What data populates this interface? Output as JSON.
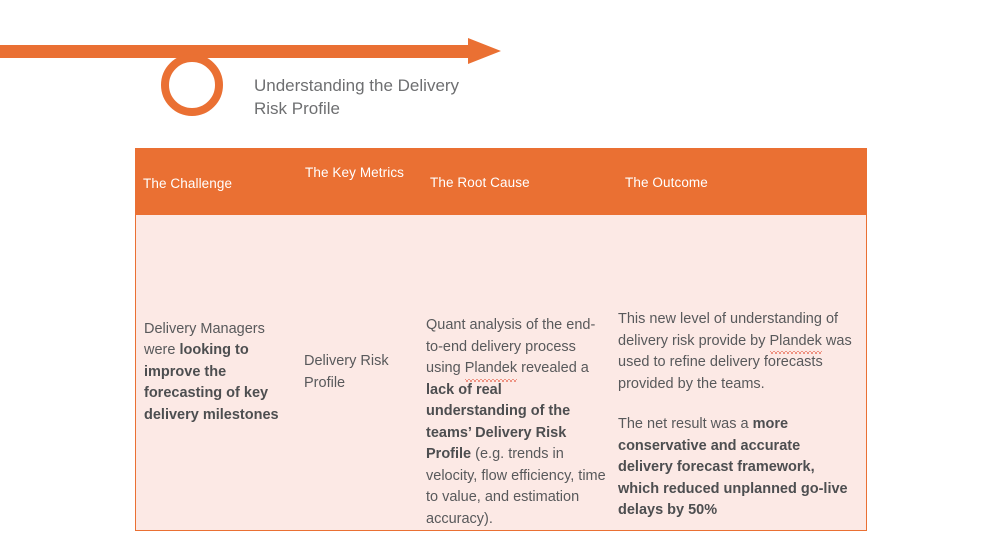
{
  "header": {
    "title_lines": [
      "Understanding the Delivery",
      "Risk Profile"
    ],
    "accent_color": "#EA7033",
    "title_color": "#6E6F71",
    "marker_icon": "circle-milestone-icon",
    "arrow_icon": "right-arrow-icon"
  },
  "table": {
    "header_bg": "#EA7033",
    "body_bg": "#FCE9E5",
    "border_color": "#EA7033",
    "columns": [
      {
        "id": "challenge",
        "label": "The Challenge"
      },
      {
        "id": "metrics",
        "label": "The Key Metrics"
      },
      {
        "id": "cause",
        "label": "The Root Cause"
      },
      {
        "id": "outcome",
        "label": "The Outcome"
      }
    ],
    "cells": {
      "challenge": {
        "text_plain": "Delivery Managers were looking to improve the forecasting of key delivery milestones",
        "segments": [
          {
            "text": "Delivery Managers were ",
            "bold": false
          },
          {
            "text": "looking to improve the forecasting of key delivery milestones",
            "bold": true
          }
        ]
      },
      "metrics": {
        "text_plain": "Delivery Risk Profile",
        "segments": [
          {
            "text": "Delivery Risk Profile",
            "bold": false
          }
        ]
      },
      "cause": {
        "text_plain": "Quant analysis of the end-to-end delivery process using Plandek revealed a lack of real understanding of the teams’ Delivery Risk Profile (e.g. trends in velocity, flow efficiency, time to value, and estimation accuracy).",
        "segments": [
          {
            "text": "Quant analysis of the end-to-end delivery process using ",
            "bold": false
          },
          {
            "text": "Plandek",
            "bold": false,
            "spellcheck_error": true
          },
          {
            "text": " revealed a ",
            "bold": false
          },
          {
            "text": "lack of real understanding of the teams’ Delivery Risk Profile",
            "bold": true
          },
          {
            "text": " (e.g. trends in velocity, flow efficiency, time to value, and estimation accuracy).",
            "bold": false
          }
        ]
      },
      "outcome": {
        "paragraphs": [
          {
            "text_plain": "This new level of understanding of delivery risk provide by Plandek was used to refine delivery forecasts provided by the teams.",
            "segments": [
              {
                "text": "This new level of understanding of delivery risk provide by ",
                "bold": false
              },
              {
                "text": "Plandek",
                "bold": false,
                "spellcheck_error": true
              },
              {
                "text": " was used to refine delivery forecasts provided by the teams.",
                "bold": false
              }
            ]
          },
          {
            "text_plain": "The net result was a more conservative and accurate delivery forecast framework, which reduced unplanned go-live delays by 50%",
            "segments": [
              {
                "text": "The net result was a ",
                "bold": false
              },
              {
                "text": "more conservative and accurate delivery forecast framework, which reduced unplanned go-live delays by 50%",
                "bold": true
              }
            ]
          }
        ]
      }
    }
  }
}
